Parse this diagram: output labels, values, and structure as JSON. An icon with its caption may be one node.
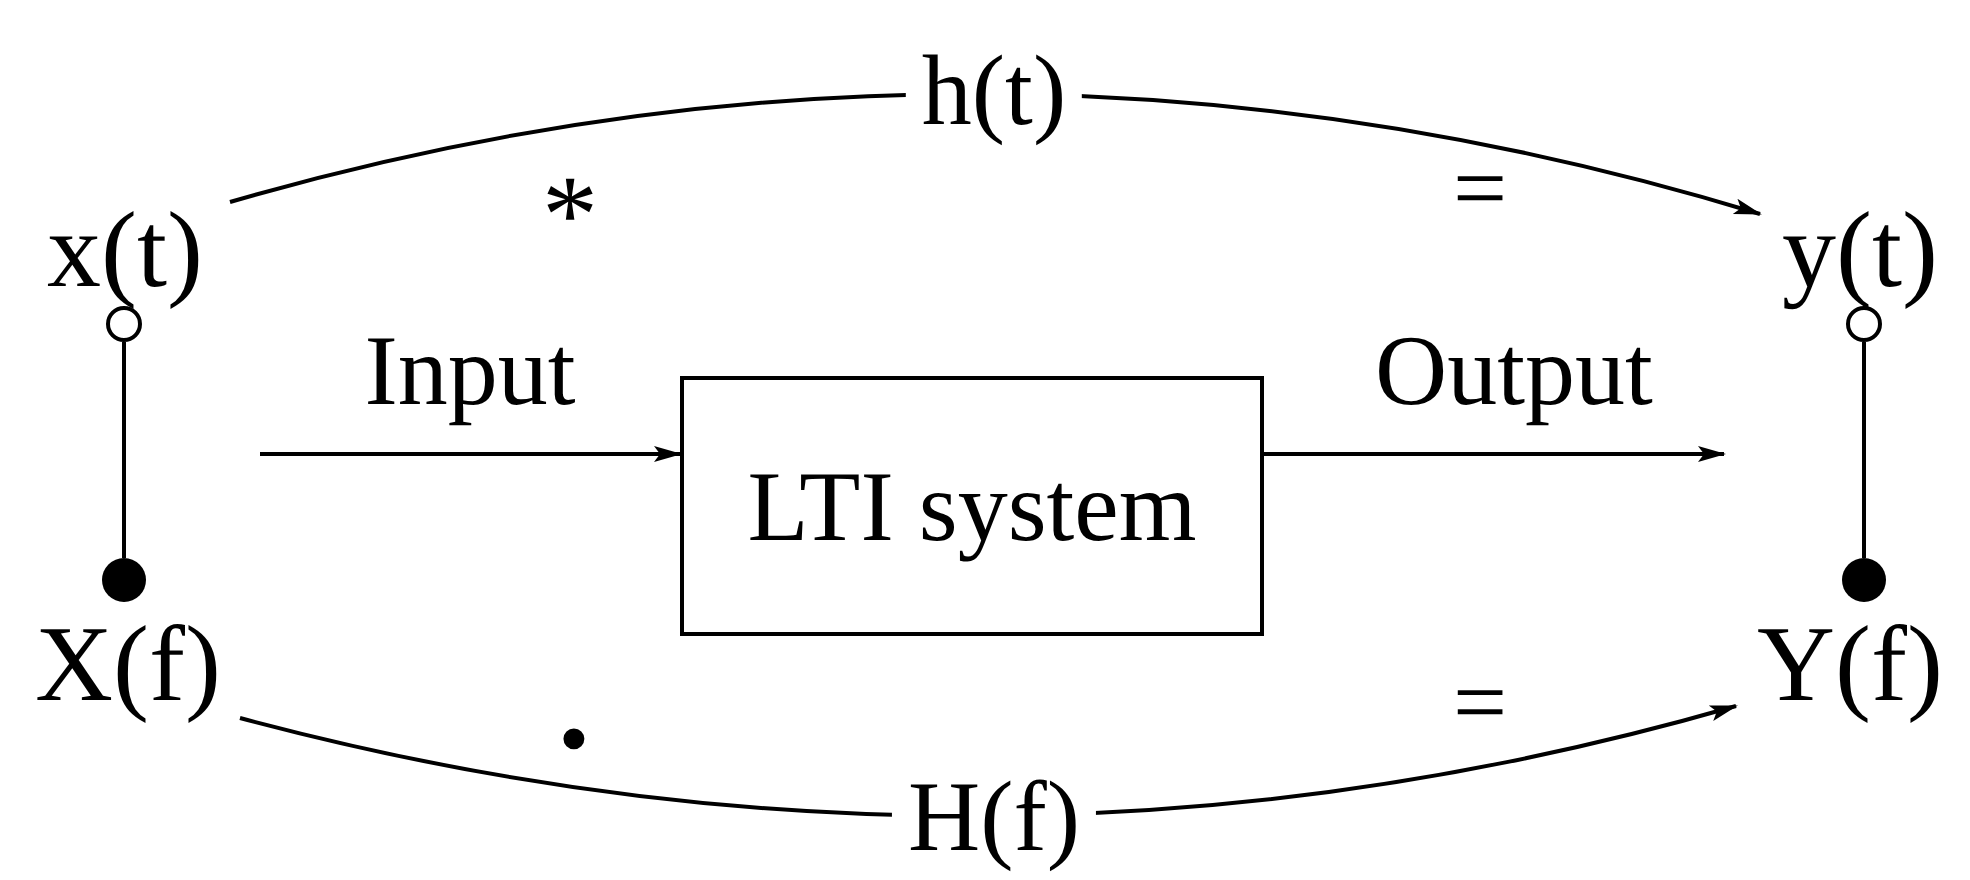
{
  "diagram": {
    "nodes": [
      {
        "text": [
          "x(t)"
        ]
      },
      {
        "text": [
          "y(t)"
        ]
      },
      {
        "text": [],
        "shape": "circle"
      },
      {
        "text": [],
        "shape": "circle"
      },
      {
        "text": [
          "LTI system"
        ]
      },
      {
        "text": [],
        "shape": "dot"
      },
      {
        "text": [],
        "shape": "dot"
      },
      {
        "text": [
          "X(f)"
        ]
      },
      {
        "text": [
          "Y(f)"
        ]
      }
    ],
    "edges": [
      {
        "from": 0,
        "to": 1,
        "arrow": "to",
        "label": "h(t)"
      },
      {
        "from": null,
        "to": 4,
        "arrow": "to",
        "label": "Input"
      },
      {
        "from": 4,
        "to": null,
        "arrow": "to",
        "label": "Output"
      },
      {
        "from": 2,
        "to": 5,
        "arrow": "none"
      },
      {
        "from": 3,
        "to": 6,
        "arrow": "none"
      },
      {
        "from": 7,
        "to": 8,
        "arrow": "to",
        "label": "H(f)"
      }
    ],
    "labels": [
      "*",
      "=",
      "•",
      "="
    ]
  }
}
